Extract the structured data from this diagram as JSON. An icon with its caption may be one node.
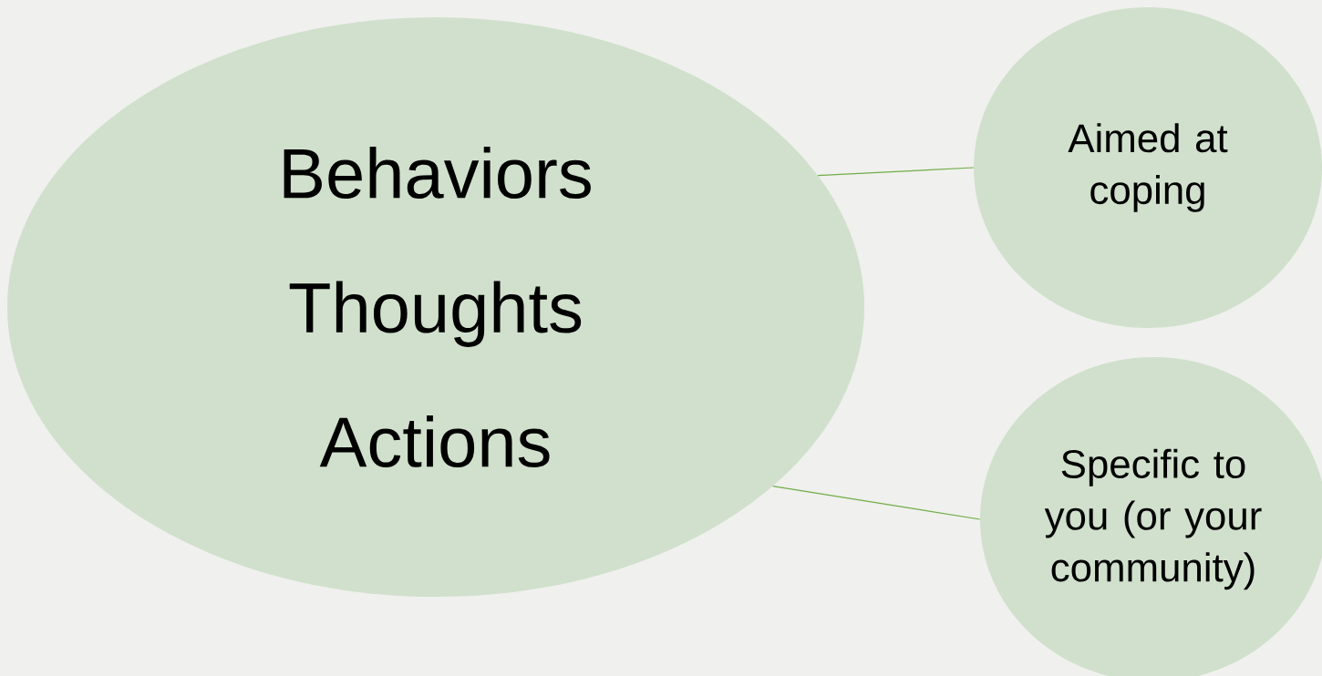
{
  "diagram": {
    "nodes": [
      {
        "text": [
          "Behaviors",
          "Thoughts",
          "Actions"
        ]
      },
      {
        "text": [
          "Aimed at coping"
        ]
      },
      {
        "text": [
          "Specific to you (or your community)"
        ]
      }
    ],
    "edges": [
      {
        "from": 0,
        "to": 1,
        "arrow": "none"
      },
      {
        "from": 0,
        "to": 2,
        "arrow": "none"
      }
    ]
  }
}
